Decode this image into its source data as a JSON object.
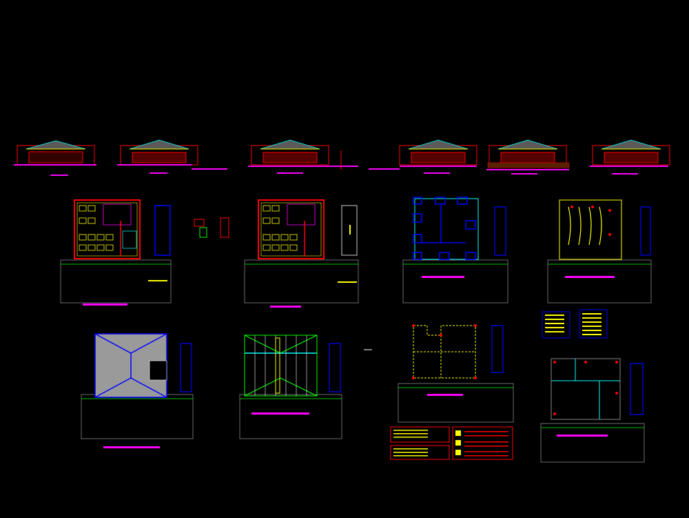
{
  "drawing": {
    "background": "#000000",
    "colors": {
      "red": "#ff0000",
      "magenta": "#ff00ff",
      "yellow": "#ffff00",
      "blue": "#0000ff",
      "cyan": "#00ffff",
      "green": "#00ff00",
      "white": "#ffffff",
      "gray": "#9a9a9a"
    },
    "sheets": {
      "elevations": [
        "elevation-1",
        "elevation-2",
        "elevation-3",
        "elevation-4",
        "elevation-5",
        "elevation-6"
      ],
      "plans_row1": [
        "floor-plan-furnished",
        "floor-plan-furnished-copy",
        "structural-plan",
        "ceiling-plan"
      ],
      "plans_row2": [
        "roof-plan",
        "roof-framing-plan",
        "foundation-plan",
        "electrical-plan"
      ],
      "tables": [
        "schedule-table-1",
        "schedule-table-2",
        "legend-box"
      ]
    }
  }
}
